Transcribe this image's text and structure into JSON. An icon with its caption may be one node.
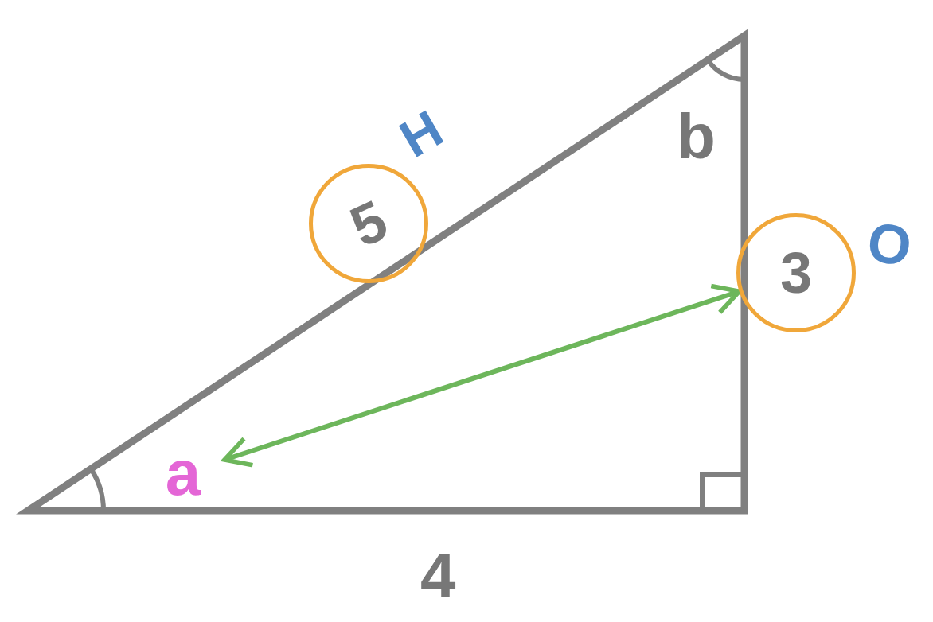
{
  "diagram": {
    "nodes": [
      {
        "text": [
          "5"
        ]
      },
      {
        "text": [
          "3"
        ]
      },
      {
        "text": [
          "a"
        ]
      }
    ],
    "edges": [
      {
        "from": 2,
        "to": 1,
        "arrow": "both",
        "color": "#6db65b"
      }
    ],
    "labels": [
      "H",
      "b",
      "O",
      "4"
    ]
  }
}
